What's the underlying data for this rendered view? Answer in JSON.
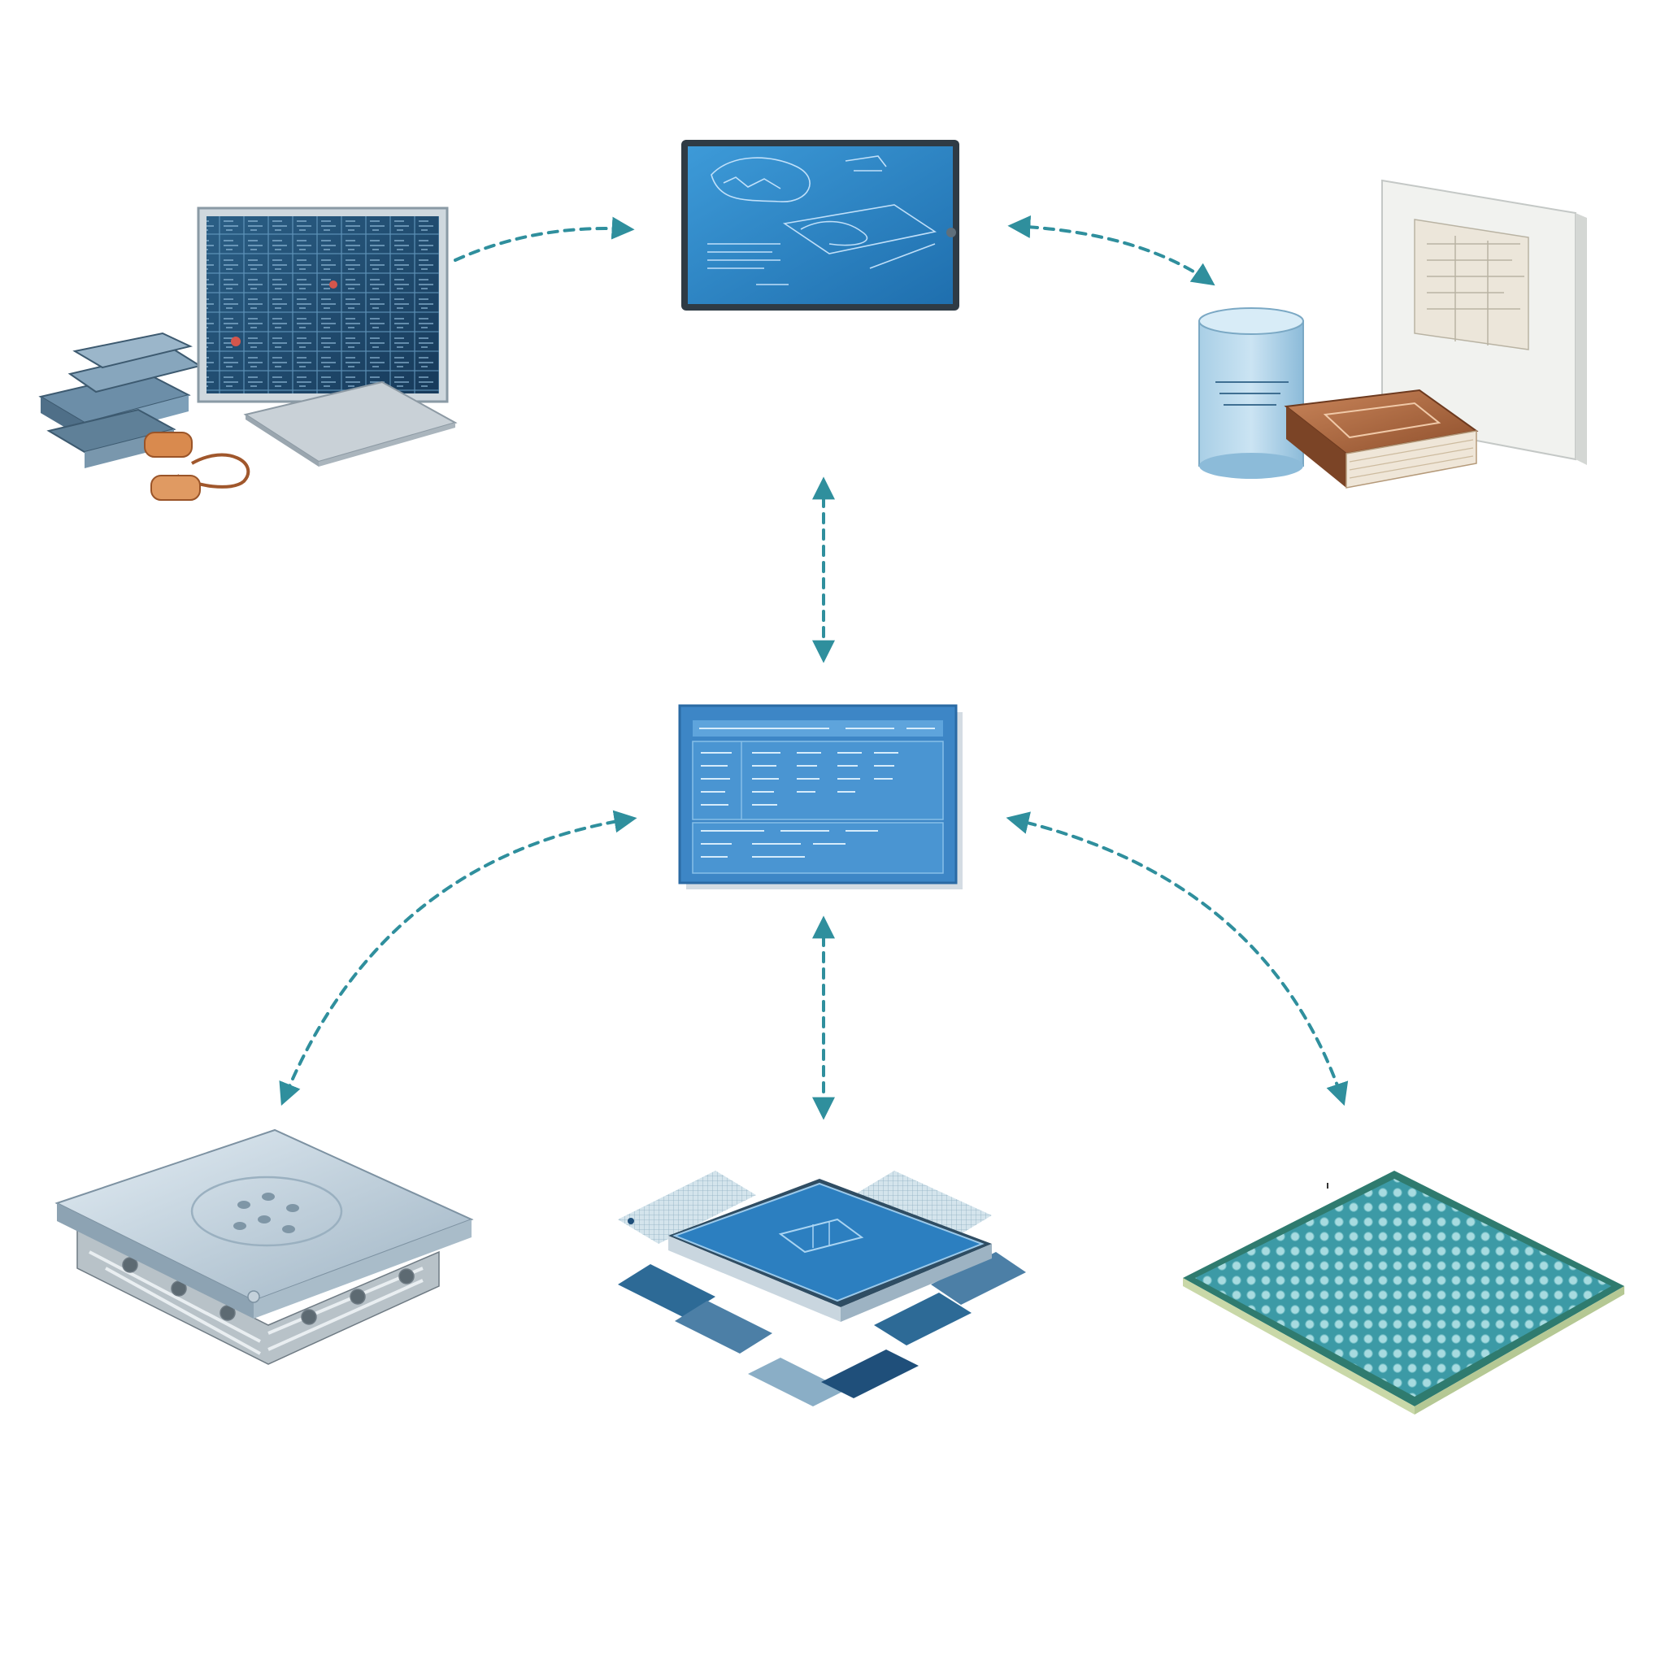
{
  "diagram": {
    "type": "workflow-illustration",
    "background_color": "#ffffff",
    "connector_color": "#2f8f9d",
    "connector_style": "dashed",
    "nodes": [
      {
        "id": "workstation",
        "icon": "workstation-monitor-with-circuit-layout-icon"
      },
      {
        "id": "design-display",
        "icon": "blueprint-display-icon"
      },
      {
        "id": "documentation",
        "icon": "documents-container-and-book-icon"
      },
      {
        "id": "software-window",
        "icon": "data-table-window-icon"
      },
      {
        "id": "heatsink-module",
        "icon": "heatsink-chip-module-icon"
      },
      {
        "id": "chip-die",
        "icon": "chip-die-with-tiles-icon"
      },
      {
        "id": "bga-substrate",
        "icon": "ball-grid-array-substrate-icon"
      }
    ],
    "edges": [
      {
        "from": "workstation",
        "to": "design-display",
        "direction": "forward"
      },
      {
        "from": "design-display",
        "to": "documentation",
        "direction": "both"
      },
      {
        "from": "design-display",
        "to": "software-window",
        "direction": "both"
      },
      {
        "from": "software-window",
        "to": "heatsink-module",
        "direction": "both"
      },
      {
        "from": "software-window",
        "to": "chip-die",
        "direction": "both"
      },
      {
        "from": "software-window",
        "to": "bga-substrate",
        "direction": "both"
      }
    ]
  }
}
